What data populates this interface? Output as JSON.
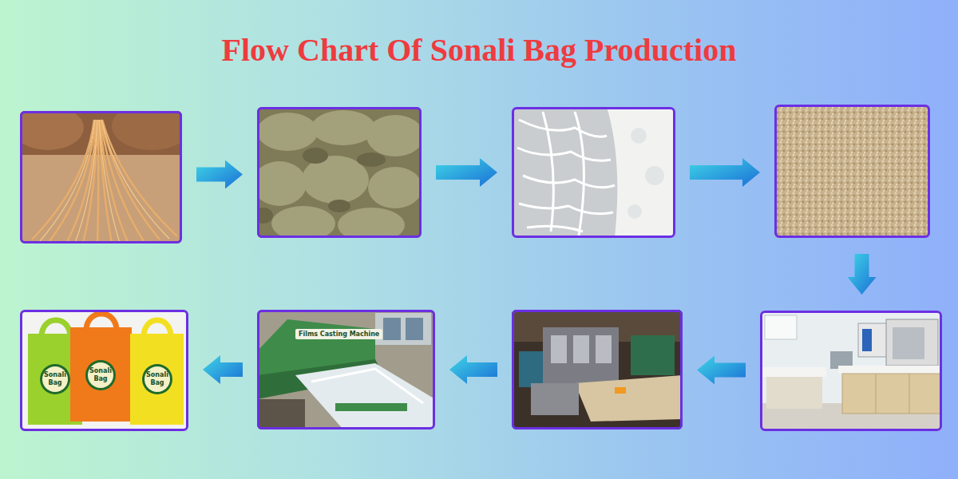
{
  "diagram": {
    "title": "Flow Chart Of Sonali Bag Production",
    "nodes": [
      {
        "text": []
      },
      {
        "text": []
      },
      {
        "text": []
      },
      {
        "text": []
      },
      {
        "text": []
      },
      {
        "text": []
      },
      {
        "text": [
          "Films Casting Machine"
        ]
      },
      {
        "text": [
          "Sonali Bag",
          "Sonali Bag",
          "Sonali Bag"
        ]
      }
    ],
    "edges": [
      {
        "from": 0,
        "to": 1,
        "arrow": "to"
      },
      {
        "from": 1,
        "to": 2,
        "arrow": "to"
      },
      {
        "from": 2,
        "to": 3,
        "arrow": "to"
      },
      {
        "from": 3,
        "to": 4,
        "arrow": "to"
      },
      {
        "from": 4,
        "to": 5,
        "arrow": "to"
      },
      {
        "from": 5,
        "to": 6,
        "arrow": "to"
      },
      {
        "from": 6,
        "to": 7,
        "arrow": "to"
      }
    ]
  }
}
